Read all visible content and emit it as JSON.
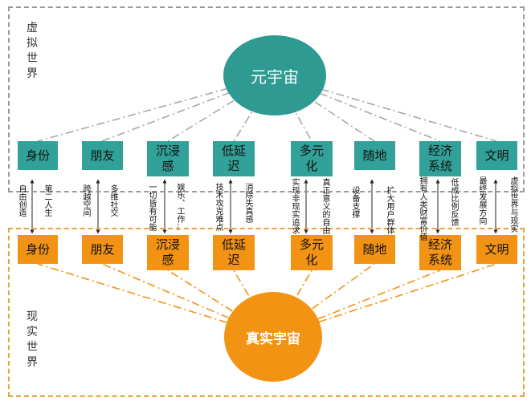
{
  "virtual_world": {
    "label": "虚拟世界",
    "center": "元宇宙",
    "color": "#2f9a92",
    "nodes": [
      {
        "id": "n1",
        "label": "身份"
      },
      {
        "id": "n2",
        "label": "朋友"
      },
      {
        "id": "n3",
        "label": "沉浸感"
      },
      {
        "id": "n4",
        "label": "低延迟"
      },
      {
        "id": "n5",
        "label": "多元化"
      },
      {
        "id": "n6",
        "label": "随地"
      },
      {
        "id": "n7",
        "label": "经济系统"
      },
      {
        "id": "n8",
        "label": "文明"
      }
    ]
  },
  "real_world": {
    "label": "现实世界",
    "center": "真实宇宙",
    "color": "#f39313",
    "nodes": [
      {
        "id": "n1",
        "label": "身份"
      },
      {
        "id": "n2",
        "label": "朋友"
      },
      {
        "id": "n3",
        "label": "沉浸感"
      },
      {
        "id": "n4",
        "label": "低延迟"
      },
      {
        "id": "n5",
        "label": "多元化"
      },
      {
        "id": "n6",
        "label": "随地"
      },
      {
        "id": "n7",
        "label": "经济系统"
      },
      {
        "id": "n8",
        "label": "文明"
      }
    ]
  },
  "connections": [
    {
      "node": "n1",
      "left_text": "自由创造",
      "right_text": "第二人生"
    },
    {
      "node": "n2",
      "left_text": "跨越空间",
      "right_text": "多维社交"
    },
    {
      "node": "n3",
      "left_text": "一切皆有可能",
      "right_text": "娱乐、工作…"
    },
    {
      "node": "n4",
      "left_text": "技术攻克难点",
      "right_text": "消除失真感"
    },
    {
      "node": "n5",
      "left_text": "实现非现实追求",
      "right_text": "真正意义的自由"
    },
    {
      "node": "n6",
      "left_text": "设备支撑",
      "right_text": "扩大用户群体"
    },
    {
      "node": "n7",
      "left_text": "拥有人类财富价值",
      "right_text": "低成比例反馈"
    },
    {
      "node": "n8",
      "left_text": "最终发展方向",
      "right_text": "虚拟世界与现实"
    }
  ]
}
